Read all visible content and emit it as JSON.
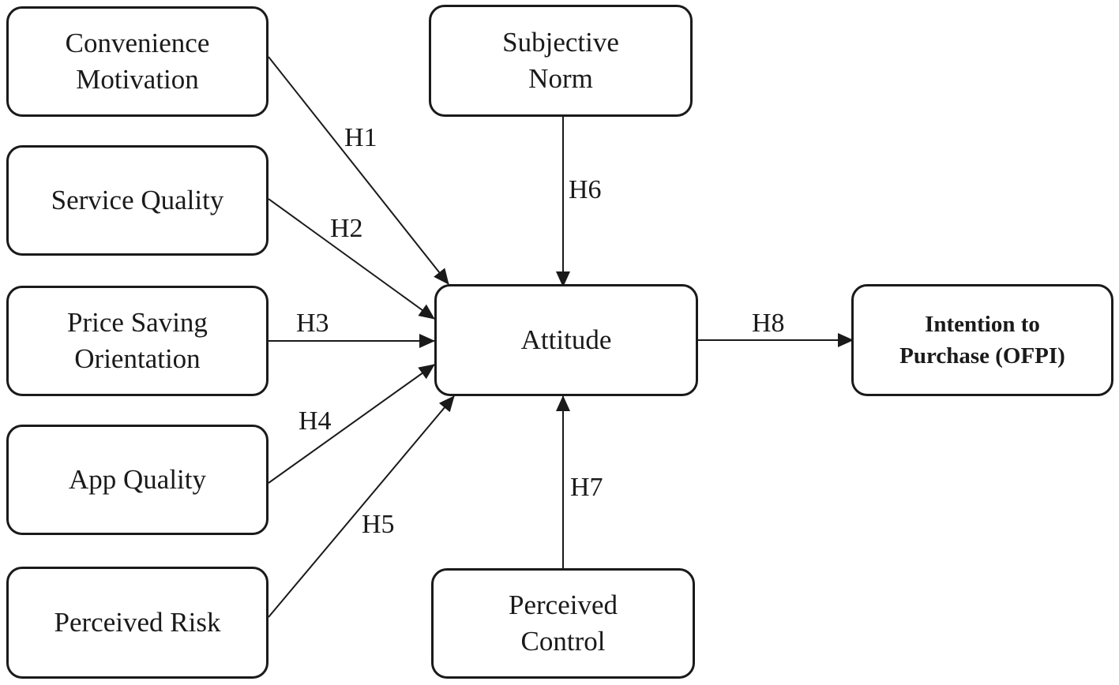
{
  "nodes": {
    "convenience": "Convenience\nMotivation",
    "service": "Service Quality",
    "price": "Price Saving\nOrientation",
    "app": "App Quality",
    "risk": "Perceived Risk",
    "subjective": "Subjective\nNorm",
    "attitude": "Attitude",
    "control": "Perceived\nControl",
    "intention": "Intention to\nPurchase (OFPI)"
  },
  "edges": {
    "h1": "H1",
    "h2": "H2",
    "h3": "H3",
    "h4": "H4",
    "h5": "H5",
    "h6": "H6",
    "h7": "H7",
    "h8": "H8"
  }
}
